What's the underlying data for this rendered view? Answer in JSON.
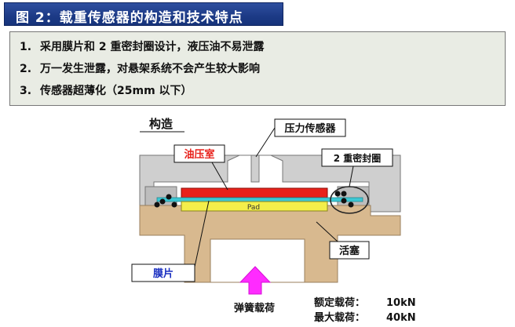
{
  "title": "图 2：载重传感器的构造和技术特点",
  "points": [
    {
      "num": "1.",
      "text": "采用膜片和 2 重密封圈设计，液压油不易泄露"
    },
    {
      "num": "2.",
      "text": "万一发生泄露，对悬架系统不会产生较大影响"
    },
    {
      "num": "3.",
      "text": "传感器超薄化（25mm 以下）"
    }
  ],
  "diagram": {
    "structure_label": "构造",
    "pressure_sensor": "压力传感器",
    "oil_chamber": "油压室",
    "double_seal": "2 重密封圈",
    "pad": "Pad",
    "piston": "活塞",
    "diaphragm": "膜片",
    "spring_load": "弹簧载荷",
    "rated_load_label": "额定载荷：",
    "rated_load_value": "10kN",
    "max_load_label": "最大载荷：",
    "max_load_value": "40kN"
  },
  "colors": {
    "title_bg": "#1c3a86",
    "oil_red": "#e8211b",
    "pad_yellow": "#f4ee4a",
    "cyan_film": "#3ec8d4",
    "piston_tan": "#d8b98f",
    "housing_gray": "#cfcfcf",
    "arrow_magenta": "#ff2bff",
    "diaphragm_label_blue": "#1a2fc0"
  }
}
